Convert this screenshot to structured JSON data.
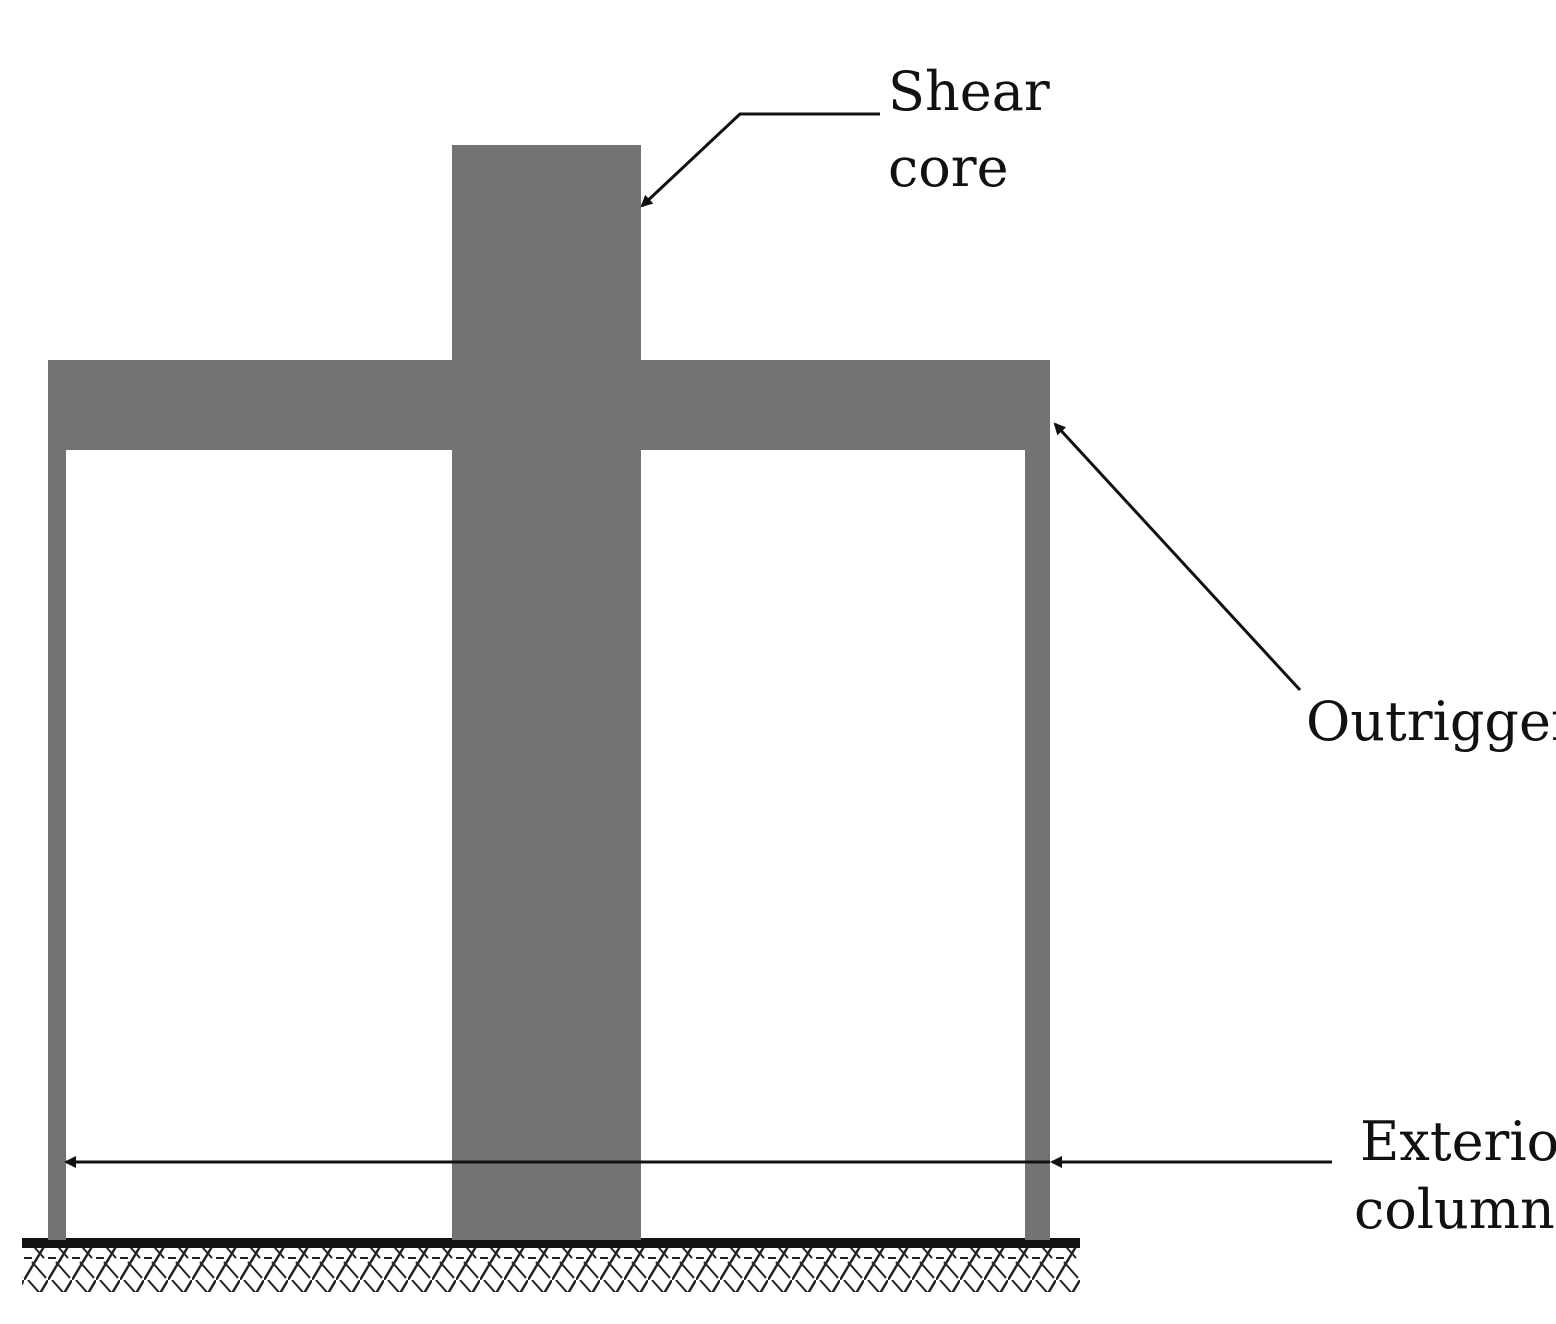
{
  "labels": {
    "shear_core_line1": "Shear",
    "shear_core_line2": "core",
    "outrigger": "Outrigger",
    "exterior_column_line1": "Exterior",
    "exterior_column_line2": "column"
  },
  "colors": {
    "structure_fill": "#737373",
    "line": "#111111",
    "background": "#ffffff"
  }
}
